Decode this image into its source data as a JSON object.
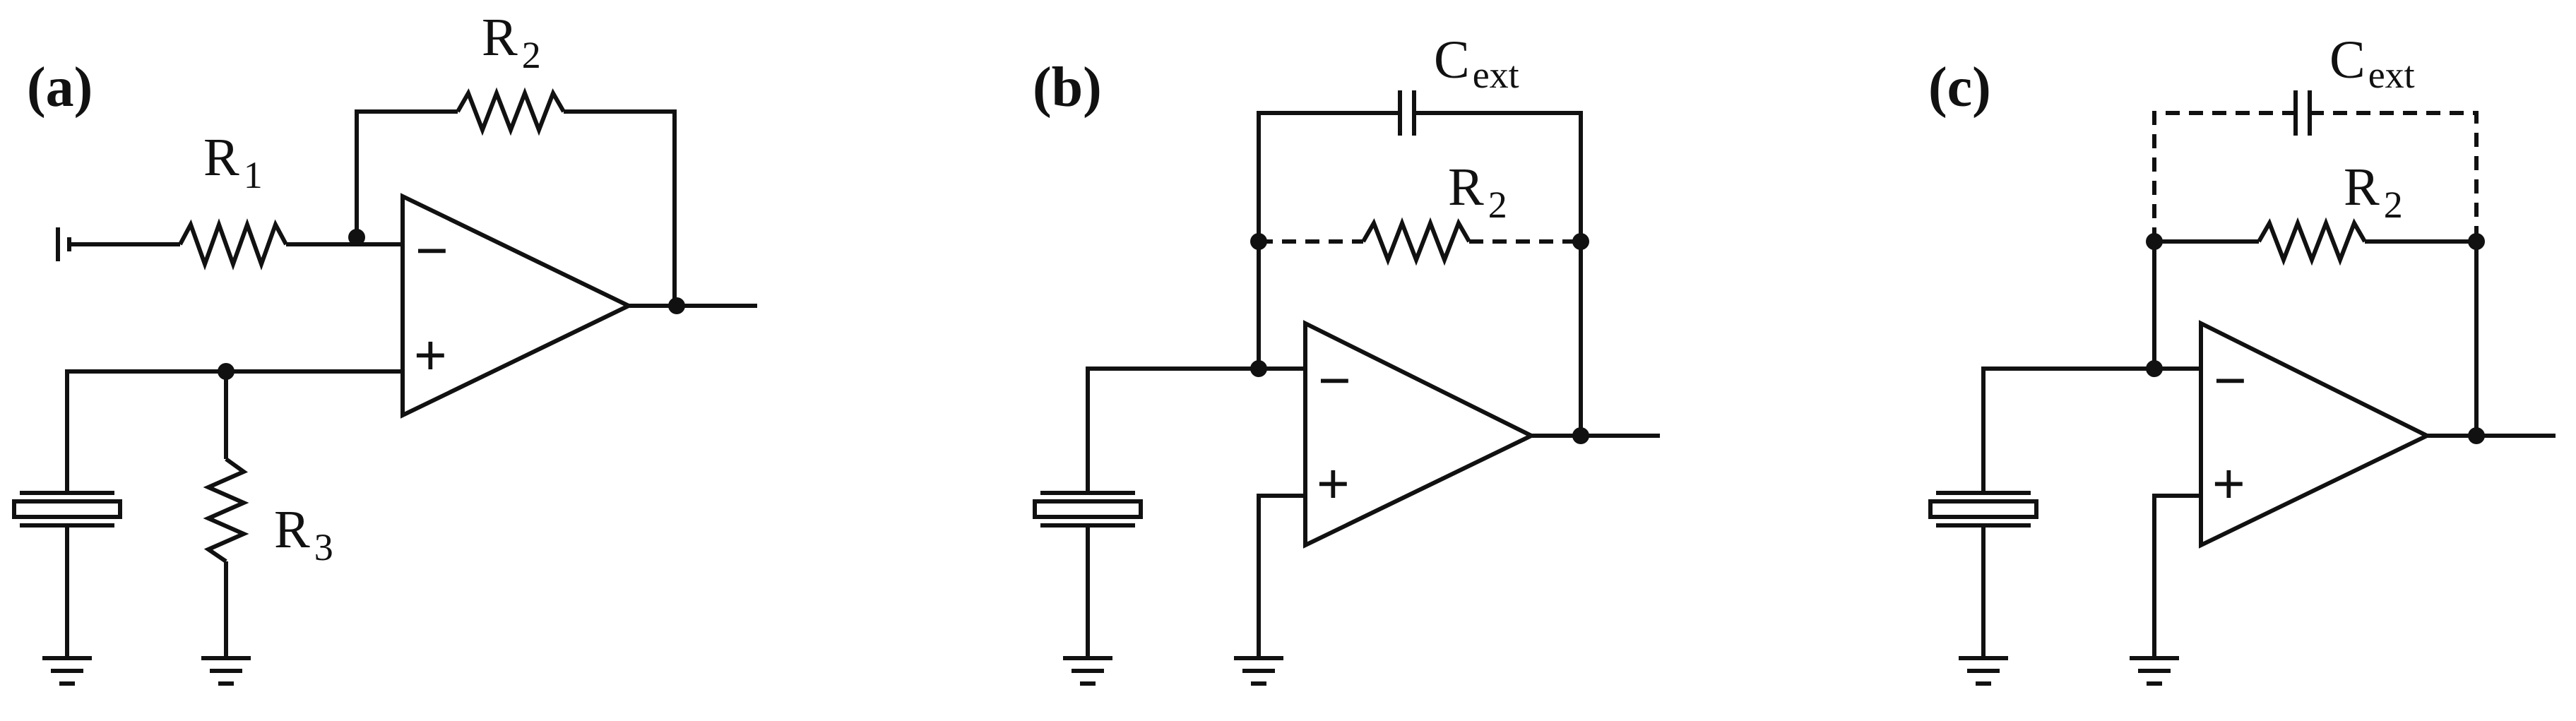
{
  "panels": [
    {
      "id": "a",
      "label": "(a)",
      "components": {
        "r1": {
          "letter": "R",
          "sub": "1"
        },
        "r2": {
          "letter": "R",
          "sub": "2"
        },
        "r3": {
          "letter": "R",
          "sub": "3"
        },
        "opamp": {
          "minus": "−",
          "plus": "+"
        }
      }
    },
    {
      "id": "b",
      "label": "(b)",
      "components": {
        "cext": {
          "letter": "C",
          "sub": "ext"
        },
        "r2": {
          "letter": "R",
          "sub": "2"
        },
        "opamp": {
          "minus": "−",
          "plus": "+"
        }
      }
    },
    {
      "id": "c",
      "label": "(c)",
      "components": {
        "cext": {
          "letter": "C",
          "sub": "ext"
        },
        "r2": {
          "letter": "R",
          "sub": "2"
        },
        "opamp": {
          "minus": "−",
          "plus": "+"
        }
      }
    }
  ]
}
